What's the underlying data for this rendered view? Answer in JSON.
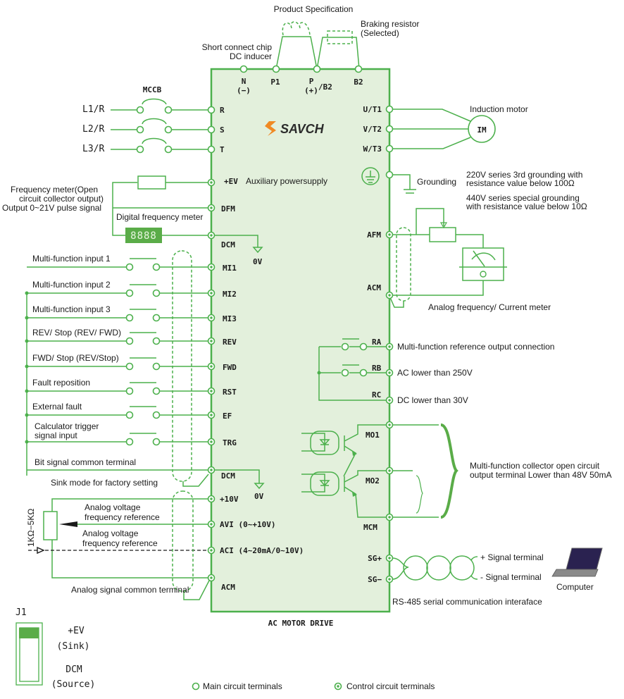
{
  "colors": {
    "accent": "#4cb04c",
    "drive_fill": "#e3f0dc",
    "logo_orange": "#f08a24",
    "logo_text": "#2b2b2b"
  },
  "top": {
    "product_spec": "Product Specification",
    "braking_resistor": [
      "Braking resistor",
      "(Selected)"
    ],
    "short_connect": [
      "Short connect chip",
      "DC inducer"
    ],
    "dc_terminals": [
      {
        "label": "N",
        "sub": "(−)"
      },
      {
        "label": "P1",
        "sub": ""
      },
      {
        "label": "P",
        "sub": "(+)"
      },
      {
        "label": "/B2",
        "sub": ""
      },
      {
        "label": "B2",
        "sub": ""
      }
    ]
  },
  "mains": {
    "breaker": "MCCB",
    "lines": [
      "L1/R",
      "L2/R",
      "L3/R"
    ],
    "terminals": [
      "R",
      "S",
      "T"
    ]
  },
  "logo": "SAVCH",
  "motor": {
    "title": "Induction motor",
    "symbol": "IM",
    "terminals": [
      "U/T1",
      "V/T2",
      "W/T3"
    ]
  },
  "grounding": {
    "label": "Grounding",
    "note1": [
      "220V series 3rd grounding with",
      "resistance value below 100Ω"
    ],
    "note2": [
      "440V series special grounding",
      "with resistance value below 10Ω"
    ]
  },
  "aux": {
    "terminal": "+EV",
    "label": "Auxiliary powersupply",
    "freq_meter_note": [
      "Frequency meter(Open",
      "circuit collector output)",
      "Output 0~21V pulse signal"
    ],
    "dfm": "DFM",
    "digital_meter": "Digital frequency meter",
    "digital_display": "8888",
    "dcm": "DCM",
    "zero_v": "0V"
  },
  "analog_meter": {
    "afm": "AFM",
    "acm": "ACM",
    "label": "Analog frequency/ Current meter"
  },
  "inputs": [
    {
      "label": "Multi-function input 1",
      "terminal": "MI1"
    },
    {
      "label": "Multi-function input 2",
      "terminal": "MI2"
    },
    {
      "label": "Multi-function input 3",
      "terminal": "MI3"
    },
    {
      "label": "REV/ Stop (REV/ FWD)",
      "terminal": "REV"
    },
    {
      "label": "FWD/ Stop (REV/Stop)",
      "terminal": "FWD"
    },
    {
      "label": "Fault reposition",
      "terminal": "RST"
    },
    {
      "label": "External fault",
      "terminal": "EF"
    },
    {
      "label": "Calculator trigger",
      "label2": "signal input",
      "terminal": "TRG"
    }
  ],
  "common": {
    "bit_common": "Bit signal common terminal",
    "dcm": "DCM",
    "zero_v": "0V",
    "sink_note": "Sink mode for factory setting"
  },
  "relay": {
    "terminals": [
      "RA",
      "RB",
      "RC"
    ],
    "notes": [
      "Multi-function reference output connection",
      "AC lower than 250V",
      "DC lower than 30V"
    ]
  },
  "collector": {
    "terminals": [
      "MO1",
      "MO2",
      "MCM"
    ],
    "note": [
      "Multi-function collector open circuit",
      "output terminal Lower than 48V 50mA"
    ]
  },
  "analog_in": {
    "p10v": "+10V",
    "avi": "AVI (0~+10V)",
    "aci": "ACI (4~20mA/0~10V)",
    "acm": "ACM",
    "pot": "1KΩ−5KΩ",
    "ref1": [
      "Analog voltage",
      "frequency reference"
    ],
    "ref2": [
      "Analog voltage",
      "frequency reference"
    ],
    "common": "Analog signal common terminal"
  },
  "rs485": {
    "sgp": "SG+",
    "sgm": "SG−",
    "plus": "+ Signal terminal",
    "minus": "- Signal terminal",
    "computer": "Computer",
    "note": "RS-485 serial communication interaface"
  },
  "drive_title": "AC MOTOR DRIVE",
  "jumper": {
    "name": "J1",
    "top": "+EV",
    "top_sub": "(Sink)",
    "bottom": "DCM",
    "bottom_sub": "(Source)"
  },
  "legend": {
    "main": "Main circuit terminals",
    "control": "Control circuit terminals"
  }
}
